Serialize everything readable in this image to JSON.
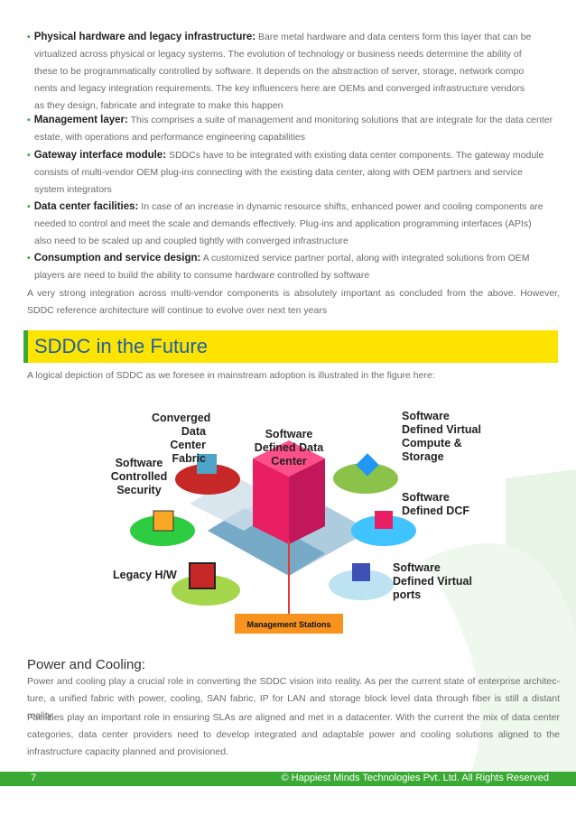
{
  "bullets": [
    {
      "title": "Physical hardware and legacy infrastructure:",
      "first": "Bare metal hardware and data centers form this layer that can be",
      "lines": [
        "virtualized across physical or legacy systems. The evolution of technology or business needs determine the ability of",
        "these to be programmatically controlled by software. It depends on the abstraction of server, storage, network compo",
        "nents and legacy integration requirements. The key influencers here are OEMs and converged infrastructure vendors",
        "as they design, fabricate and integrate to make this happen"
      ]
    },
    {
      "title": "Management layer:",
      "first": "This comprises a suite of management and monitoring solutions that are integrate for the data center",
      "lines": [
        "estate, with operations and performance engineering capabilities"
      ]
    },
    {
      "title": "Gateway interface module:",
      "first": "SDDCs have to be integrated with existing data center components. The gateway module",
      "lines": [
        "consists of multi-vendor OEM plug-ins connecting with the existing data center, along with OEM partners and service",
        "system integrators"
      ]
    },
    {
      "title": "Data center facilities:",
      "first": "In case of an increase in dynamic resource shifts, enhanced power and cooling components are",
      "lines": [
        "needed to control and meet the scale and demands effectively. Plug-ins and application programming interfaces (APIs)",
        "also need to be scaled up and coupled tightly with converged infrastructure"
      ]
    },
    {
      "title": "Consumption and service design:",
      "first": "A customized service partner portal, along with integrated solutions from OEM",
      "lines": [
        "players are need to build the ability to consume hardware controlled by software"
      ]
    }
  ],
  "conclusion": "A very strong integration across multi-vendor components is absolutely important as concluded from the above. However, SDDC reference architecture will continue to evolve over next ten years",
  "section_title": "SDDC in the Future",
  "intro": "A logical depiction of SDDC as we foresee in mainstream adoption is illustrated in the figure here:",
  "diagram": {
    "converged": "Converged Data Center Fabric",
    "security": "Software Controlled Security",
    "center": "Software Defined Data Center",
    "compute": "Software Defined Virtual Compute & Storage",
    "dcf": "Software Defined DCF",
    "legacy": "Legacy H/W",
    "ports": "Software Defined Virtual ports",
    "management": "Management Stations"
  },
  "power_heading": "Power and Cooling:",
  "power_paras": [
    "Power and cooling play a crucial role in converting the SDDC vision into reality. As per the current state of enterprise architec-ture, a unified fabric with power, cooling, SAN fabric, IP for LAN and storage block level data through fiber is still a distant reality.",
    "Facilities play an important role in ensuring SLAs are aligned and met in a datacenter. With the current the mix of data center categories, data center providers need to develop integrated and adaptable power and cooling solutions aligned to the infrastructure capacity planned and provisioned."
  ],
  "footer": {
    "page": "7",
    "copyright": "© Happiest Minds Technologies Pvt. Ltd. All Rights Reserved"
  },
  "colors": {
    "accent_green": "#3aaa35",
    "banner_yellow": "#fde400",
    "title_blue": "#1f5fa8"
  }
}
